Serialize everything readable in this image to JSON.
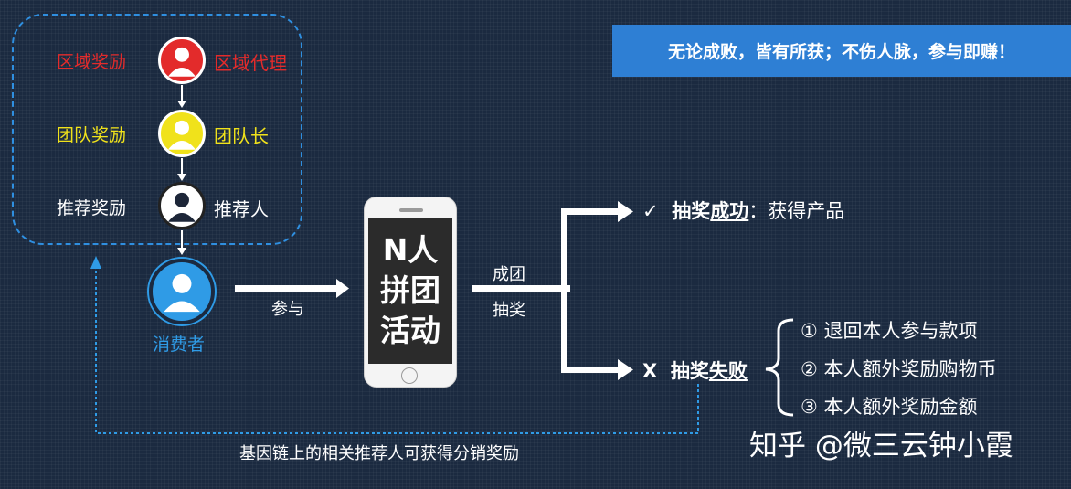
{
  "hierarchy": {
    "regional": {
      "reward": "区域奖励",
      "role": "区域代理",
      "color": "#e32b2b"
    },
    "team": {
      "reward": "团队奖励",
      "role": "团队长",
      "color": "#f0e21b"
    },
    "referrer": {
      "reward": "推荐奖励",
      "role": "推荐人",
      "color": "#ffffff"
    }
  },
  "consumer": {
    "label": "消费者",
    "color": "#2f9be6"
  },
  "participate_label": "参与",
  "phone": {
    "line1": "N人",
    "line2": "拼团",
    "line3": "活动"
  },
  "draw_label": {
    "line1": "成团",
    "line2": "抽奖"
  },
  "tagline": "无论成败，皆有所获；不伤人脉，参与即赚！",
  "success": {
    "mark": "✓",
    "prefix": "抽奖",
    "word": "成功",
    "rest": "：获得产品"
  },
  "failure": {
    "mark": "X",
    "prefix": "抽奖",
    "word": "失败"
  },
  "failure_options": [
    "① 退回本人参与款项",
    "② 本人额外奖励购物币",
    "③ 本人额外奖励金额"
  ],
  "chain_note": "基因链上的相关推荐人可获得分销奖励",
  "watermark": "知乎 @微三云钟小霞"
}
